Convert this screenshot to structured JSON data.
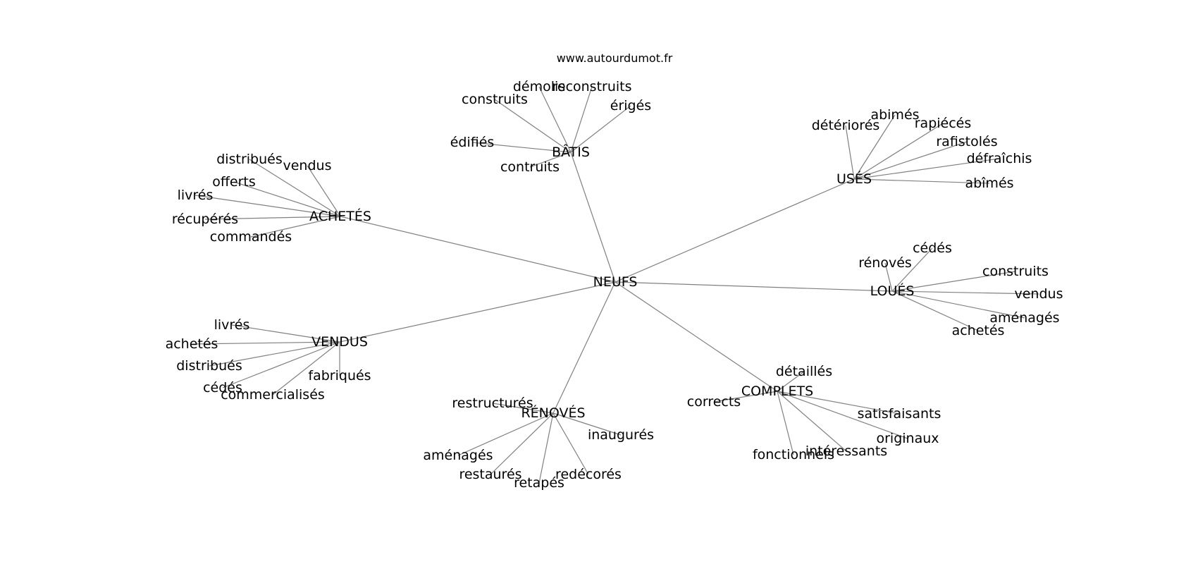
{
  "header": {
    "site": "www.autourdumot.fr"
  },
  "graph": {
    "root": "NEUFS",
    "clusters": [
      {
        "id": "achetes",
        "label": "ACHETÉS",
        "leaves": [
          "distribués",
          "vendus",
          "offerts",
          "livrés",
          "récupérés",
          "commandés"
        ]
      },
      {
        "id": "batis",
        "label": "BÂTIS",
        "leaves": [
          "démolis",
          "reconstruits",
          "construits",
          "érigés",
          "édifiés",
          "contruits"
        ]
      },
      {
        "id": "uses",
        "label": "USÉS",
        "leaves": [
          "abimés",
          "détériorés",
          "rapiécés",
          "rafistolés",
          "défraîchis",
          "abîmés"
        ]
      },
      {
        "id": "loues",
        "label": "LOUÉS",
        "leaves": [
          "cédés",
          "rénovés",
          "construits",
          "vendus",
          "aménagés",
          "achetés"
        ]
      },
      {
        "id": "complets",
        "label": "COMPLETS",
        "leaves": [
          "détaillés",
          "corrects",
          "satisfaisants",
          "originaux",
          "intéressants",
          "fonctionnels"
        ]
      },
      {
        "id": "renoves",
        "label": "RÉNOVÉS",
        "leaves": [
          "restructurés",
          "inaugurés",
          "aménagés",
          "restaurés",
          "redécorés",
          "retapés"
        ]
      },
      {
        "id": "vendus",
        "label": "VENDUS",
        "leaves": [
          "livrés",
          "achetés",
          "distribués",
          "fabriqués",
          "cédés",
          "commercialisés"
        ]
      }
    ]
  }
}
